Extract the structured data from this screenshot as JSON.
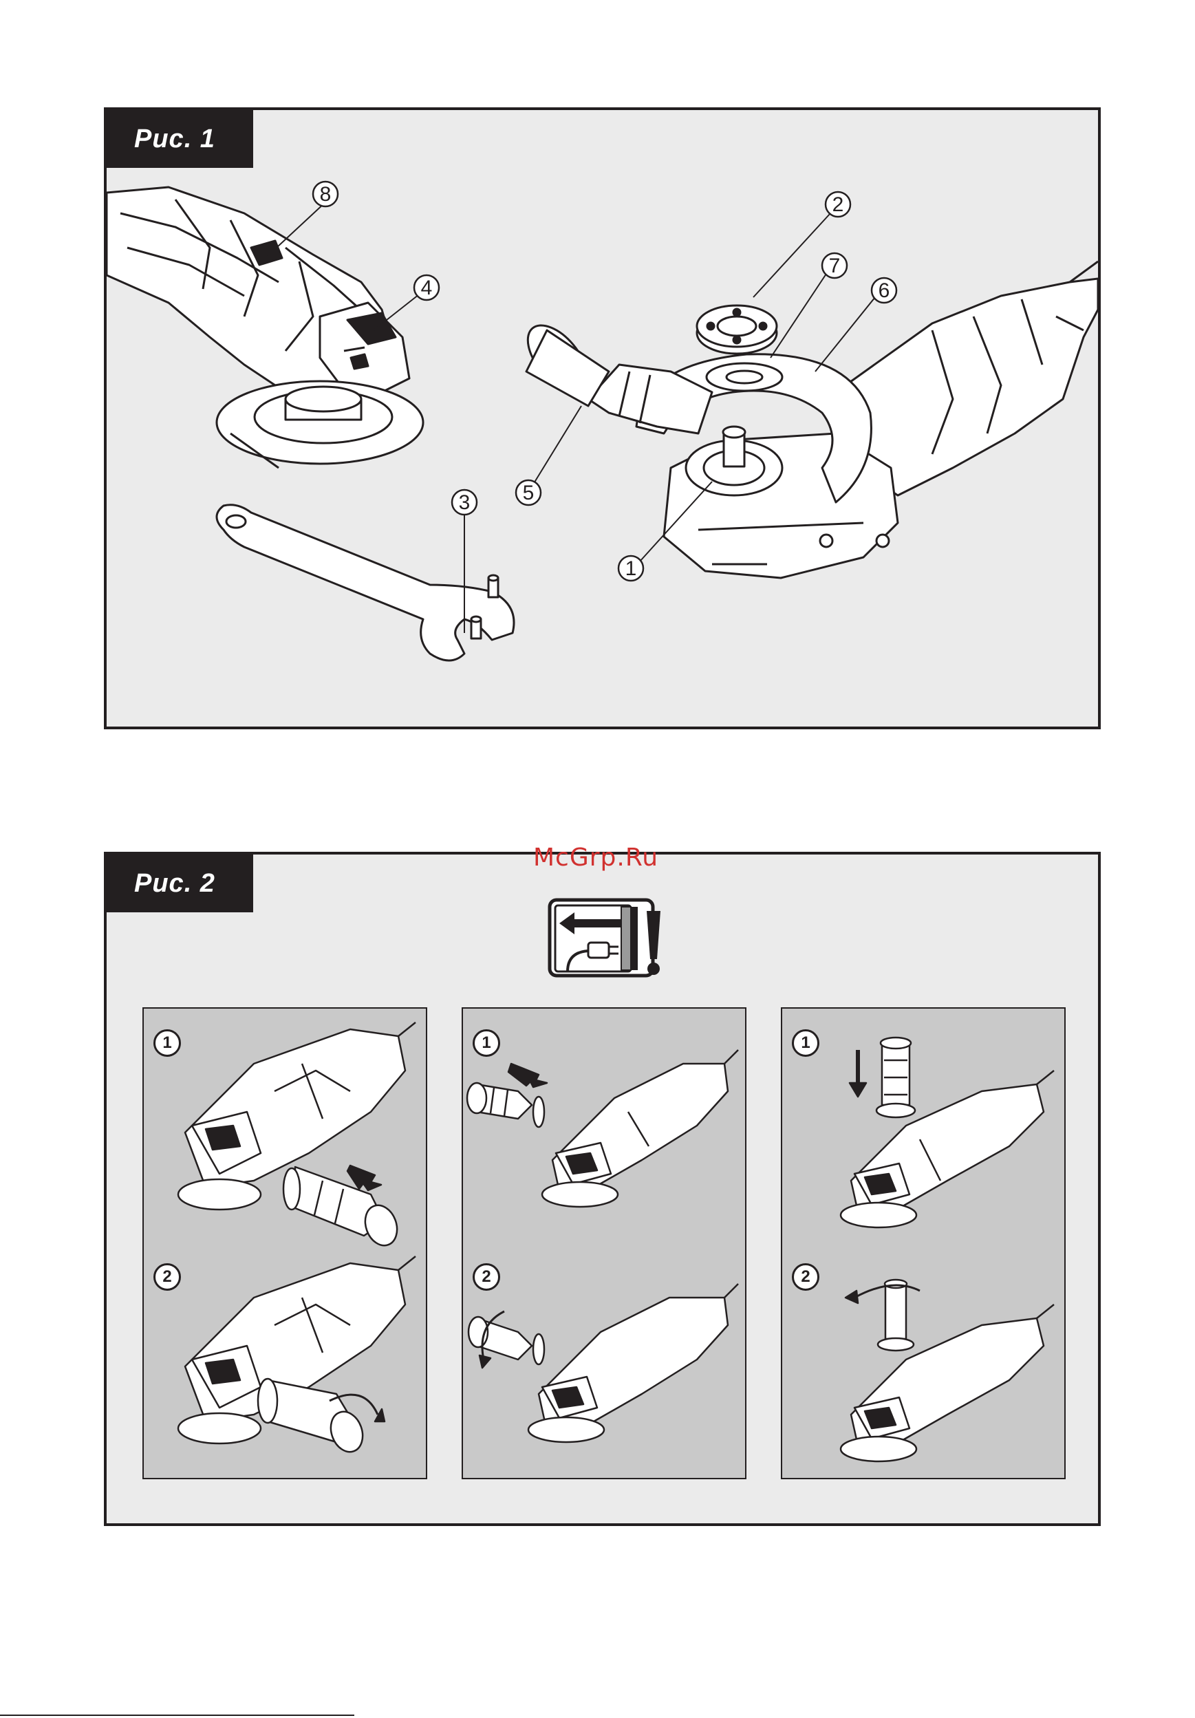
{
  "figures": [
    {
      "label": "Рис. 1",
      "callouts": [
        "1",
        "2",
        "3",
        "4",
        "5",
        "6",
        "7",
        "8"
      ]
    },
    {
      "label": "Рис. 2",
      "panels": [
        {
          "steps": [
            "1",
            "2"
          ]
        },
        {
          "steps": [
            "1",
            "2"
          ]
        },
        {
          "steps": [
            "1",
            "2"
          ]
        }
      ]
    }
  ],
  "watermark": "McGrp.Ru",
  "icons": [
    "unplug-warning-icon",
    "exclamation-icon",
    "arrow-icon",
    "rotate-arrow-icon"
  ],
  "colors": {
    "ink": "#231f20",
    "panel": "#ebebeb",
    "subpanel": "#c9c9c9",
    "watermark": "#d1312f"
  }
}
